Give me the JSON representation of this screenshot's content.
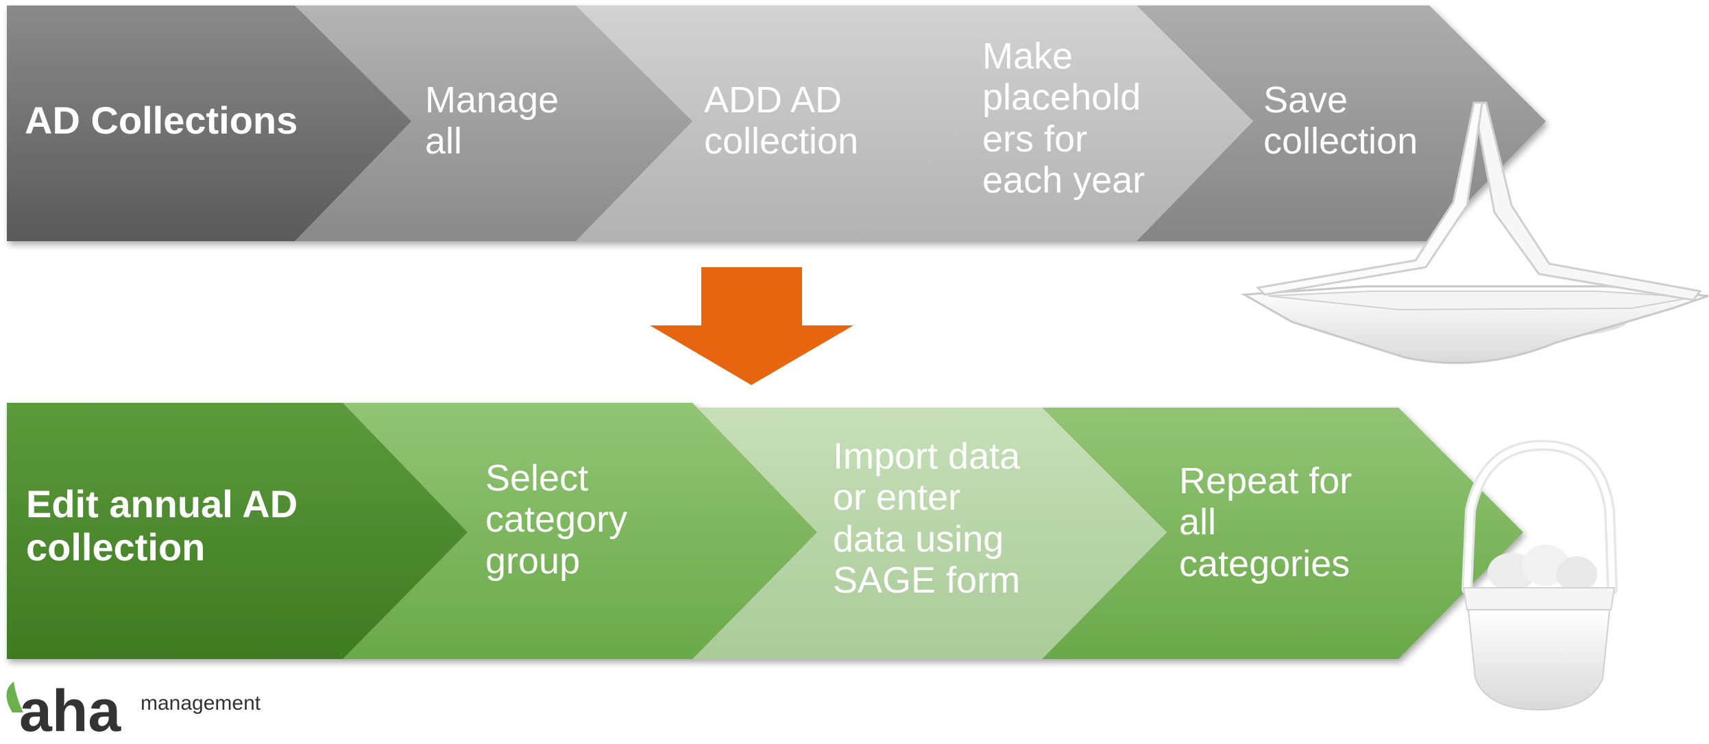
{
  "colors": {
    "gray_dark": "#6e6e6e",
    "gray_mid": "#9a9a9a",
    "gray_light": "#c4c4c4",
    "green_dark": "#4d8a2e",
    "green_mid": "#7fbb5e",
    "green_light": "#bcd9ab",
    "arrow_orange": "#e8650f",
    "logo_green": "#6ab04c"
  },
  "top_row": {
    "lead": "AD Collections",
    "steps": [
      "Manage\nall",
      "ADD AD\ncollection",
      "Make\nplacehold\ners for\neach year",
      "Save\ncollection"
    ]
  },
  "bottom_row": {
    "lead": "Edit annual AD\ncollection",
    "steps": [
      "Select\ncategory\ngroup",
      "Import data\nor enter\ndata using\nSAGE form",
      "Repeat for\nall\ncategories"
    ]
  },
  "images": {
    "top_right": "white-3d-tray",
    "bottom_right": "white-3d-basket"
  },
  "logo": {
    "word": "aha",
    "sub": "management"
  }
}
